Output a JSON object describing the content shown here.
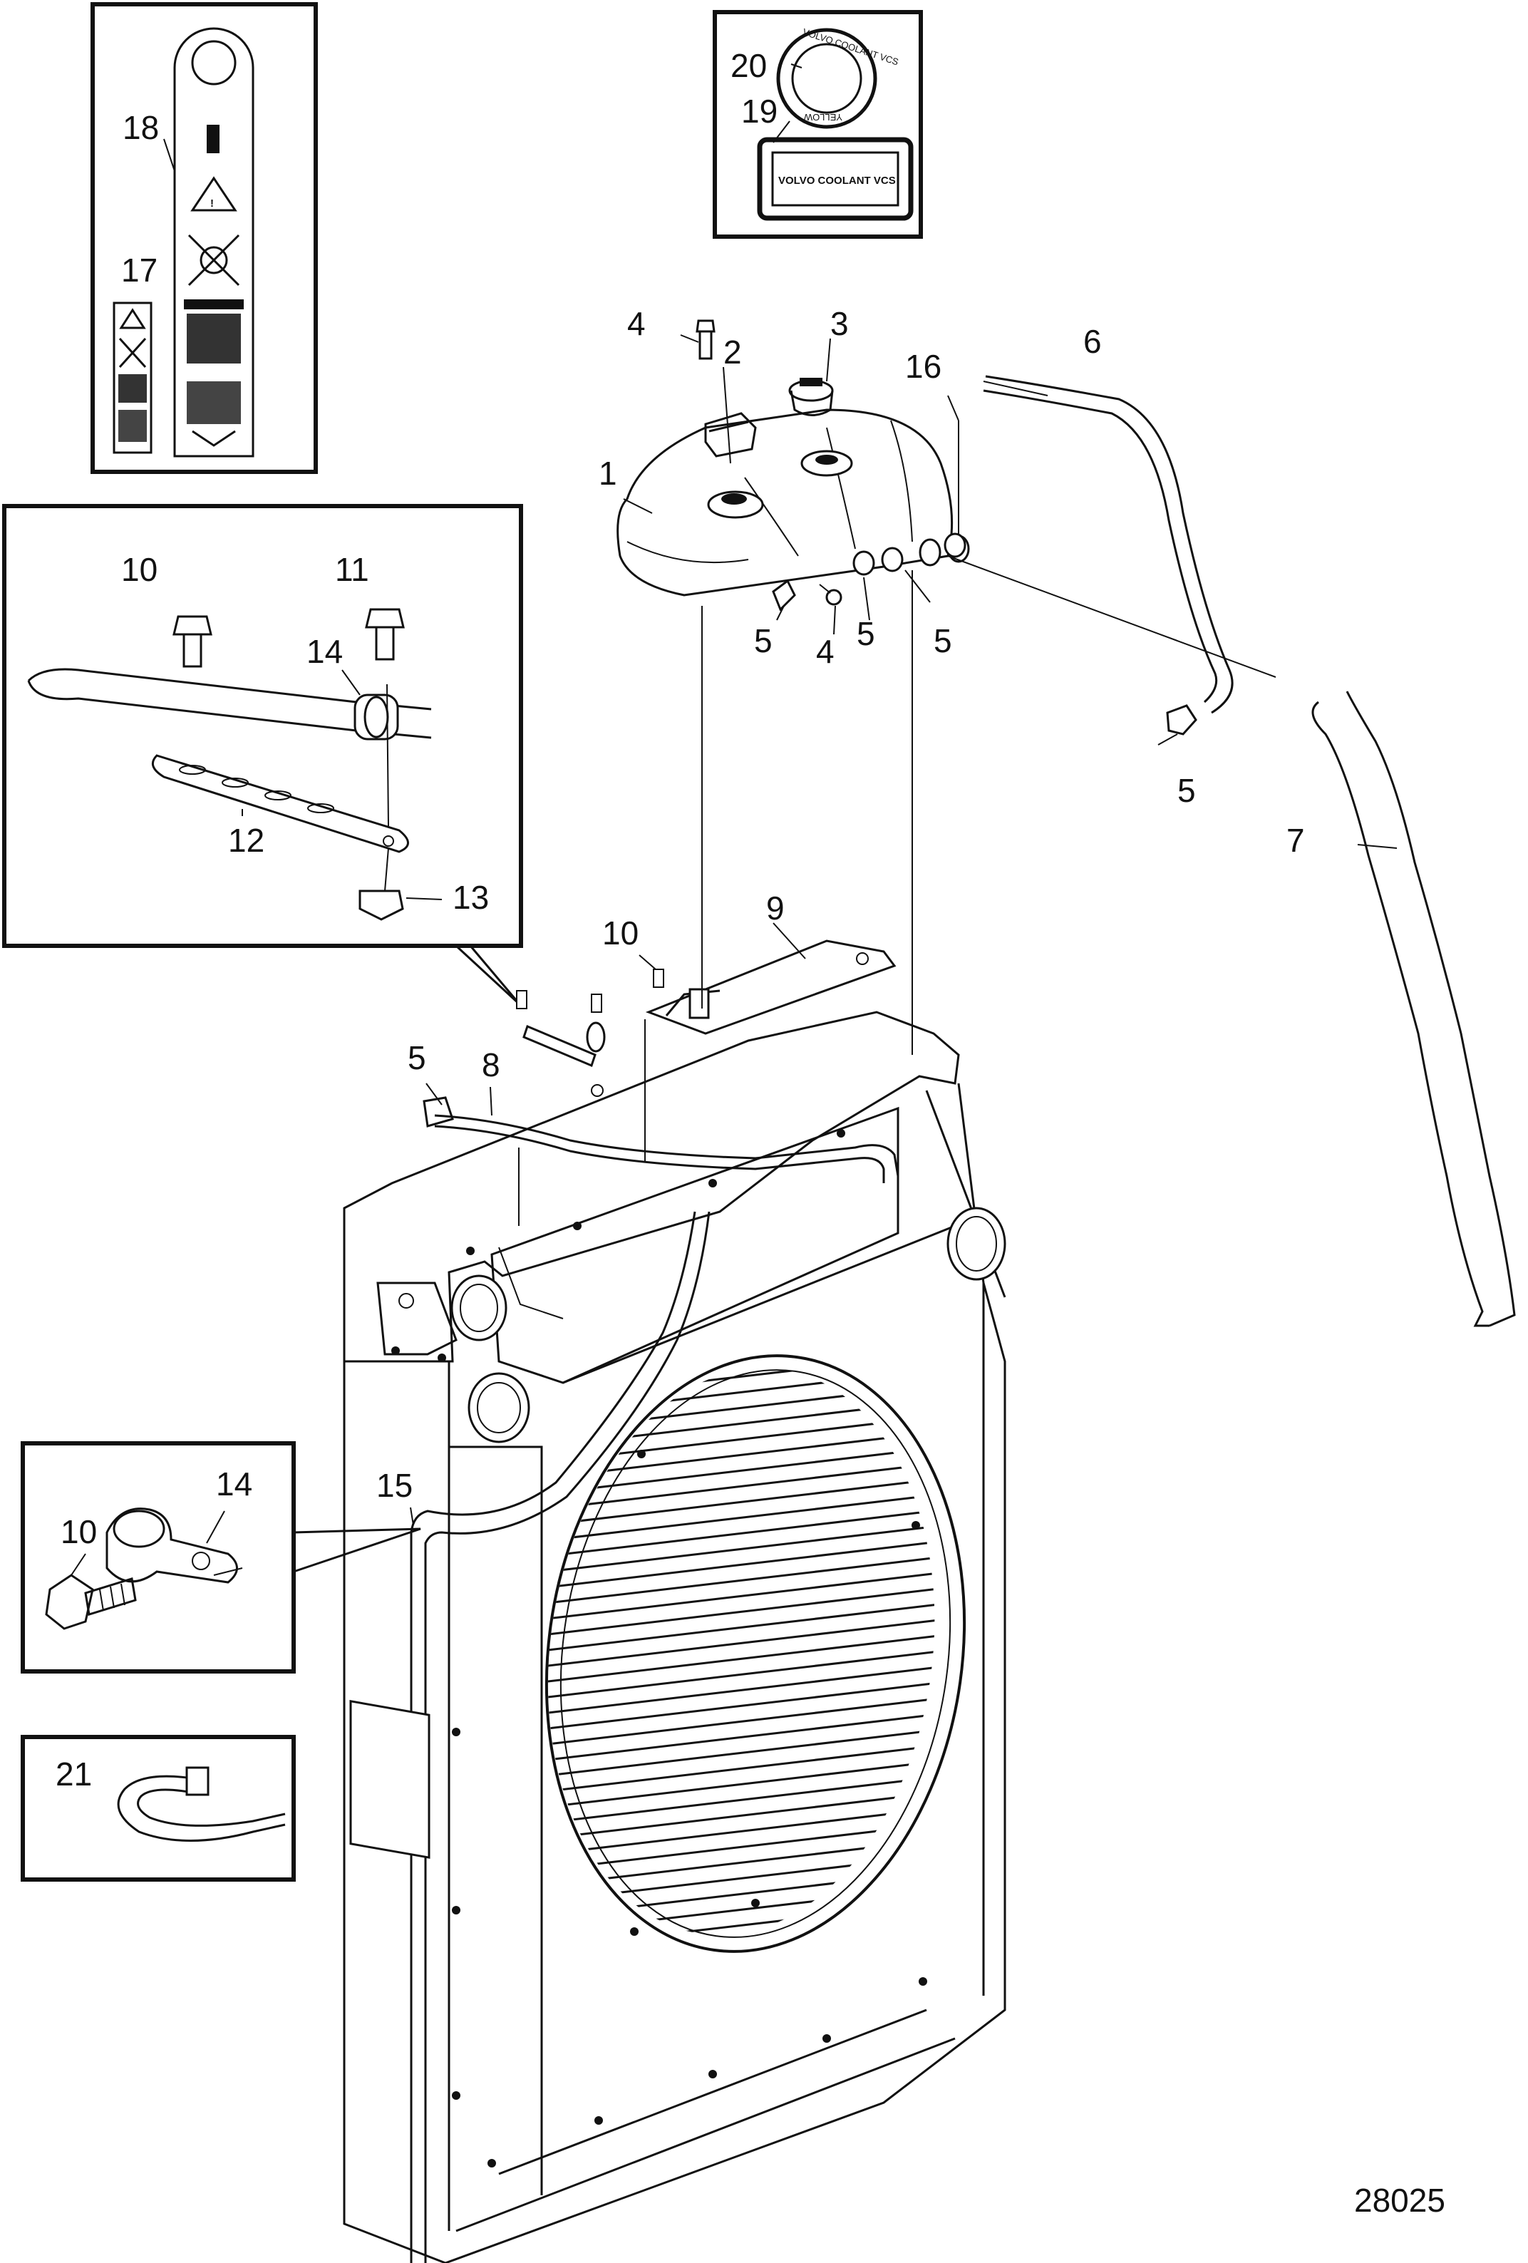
{
  "figure_number": "28025",
  "labels": {
    "p1": "1",
    "p2": "2",
    "p3": "3",
    "p4a": "4",
    "p4b": "4",
    "p5a": "5",
    "p5b": "5",
    "p5c": "5",
    "p5d": "5",
    "p5e": "5",
    "p6": "6",
    "p7": "7",
    "p8": "8",
    "p9": "9",
    "p10a": "10",
    "p10b": "10",
    "p10c": "10",
    "p11": "11",
    "p12": "12",
    "p13": "13",
    "p14a": "14",
    "p14b": "14",
    "p15": "15",
    "p16": "16",
    "p17": "17",
    "p18": "18",
    "p19": "19",
    "p20": "20",
    "p21": "21"
  },
  "decals": {
    "coolant_plate": "VOLVO COOLANT VCS",
    "cap_ring": "VOLVO COOLANT VCS",
    "cap_color": "YELLOW"
  }
}
